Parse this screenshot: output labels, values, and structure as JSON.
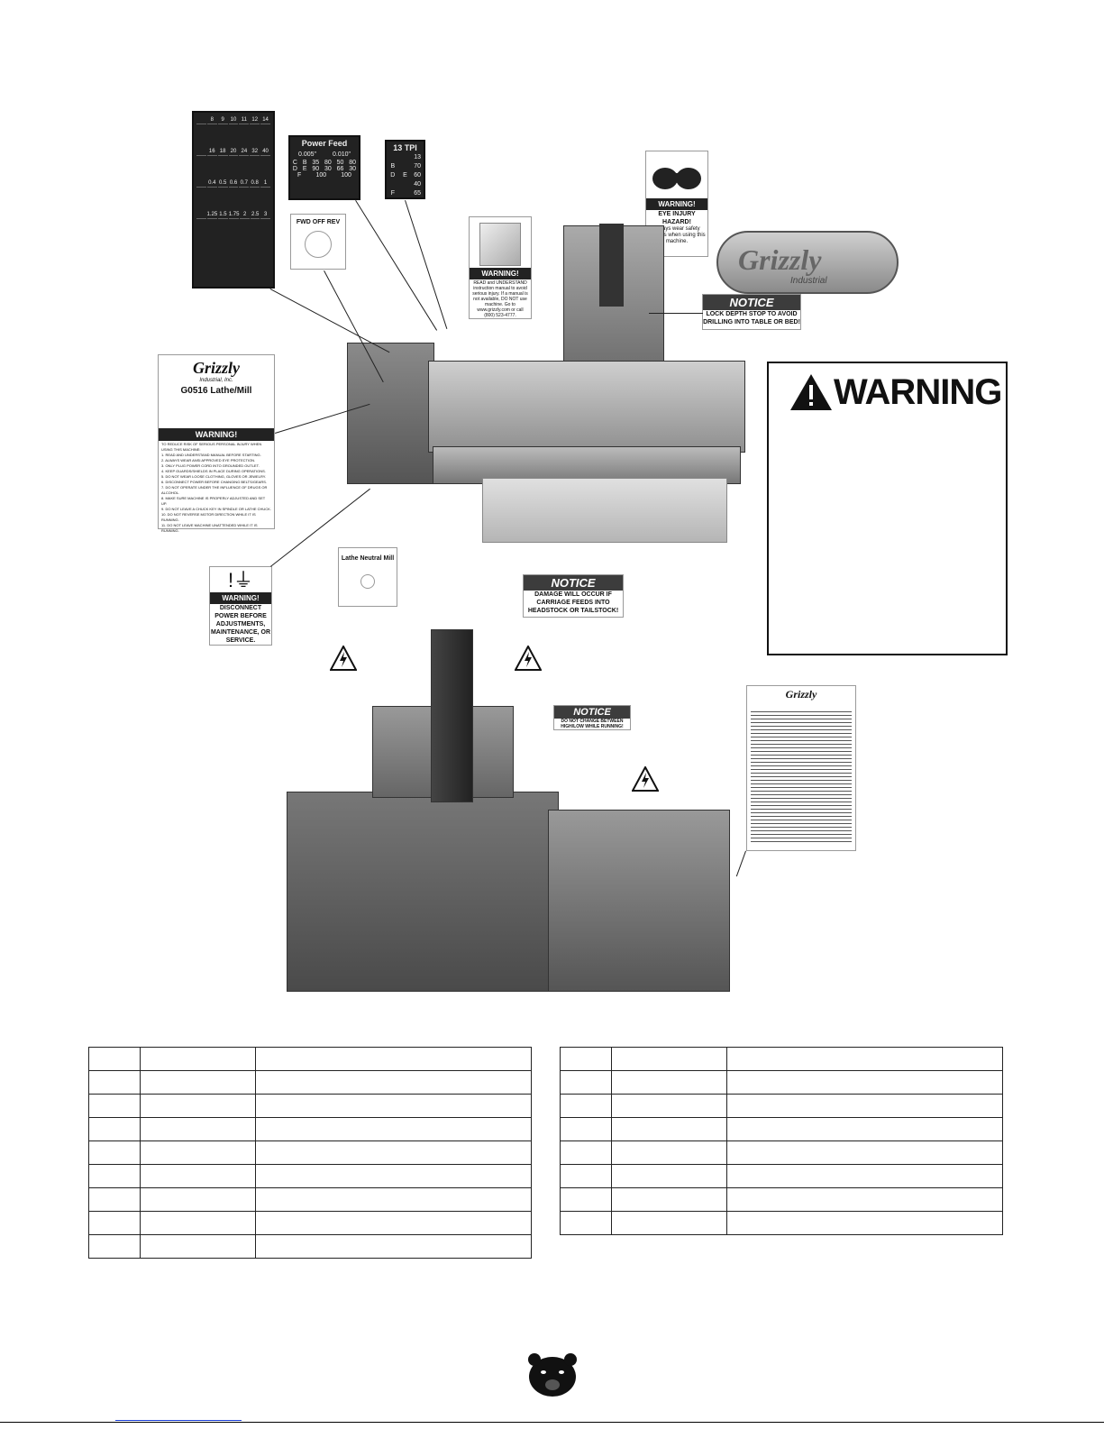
{
  "labels": {
    "thread_chart": {
      "rows": [
        [
          "8",
          "9",
          "10",
          "11",
          "12",
          "14"
        ],
        [
          "16",
          "18",
          "20",
          "24",
          "32",
          "40"
        ],
        [
          "0.4",
          "0.5",
          "0.6",
          "0.7",
          "0.8",
          "1"
        ],
        [
          "1.25",
          "1.5",
          "1.75",
          "2",
          "2.5",
          "3"
        ]
      ]
    },
    "power_feed": {
      "title": "Power Feed",
      "row1": [
        "0.005\"",
        "0.010\""
      ],
      "row2": [
        "C",
        "B",
        "35",
        "80",
        "50",
        "80"
      ],
      "row3": [
        "D",
        "E",
        "90",
        "30",
        "66",
        "30"
      ],
      "row4": [
        "F",
        "100",
        "100"
      ]
    },
    "tpi": {
      "title": "13 TPI",
      "cells": [
        "13",
        "B",
        "70",
        "D",
        "E",
        "60",
        "40",
        "F",
        "65"
      ]
    },
    "fwd_switch": {
      "text": "FWD  OFF  REV"
    },
    "read_warning": {
      "heading": "WARNING!",
      "text": "READ and UNDERSTAND instruction manual to avoid serious injury. If a manual is not available, DO NOT use machine. Go to www.grizzly.com or call (800) 523-4777."
    },
    "eye_warning": {
      "heading": "WARNING!",
      "line1": "EYE INJURY",
      "line2": "HAZARD!",
      "line3": "Always wear safety glasses when using this machine."
    },
    "grizzly_badge": {
      "text": "Grizzly",
      "sub": "Industrial"
    },
    "notice_depth": {
      "heading": "NOTICE",
      "text": "LOCK DEPTH STOP TO AVOID DRILLING INTO TABLE OR BED!"
    },
    "warning_panel": {
      "heading": "WARNING"
    },
    "id_plate": {
      "brand": "Grizzly",
      "brand_sub": "Industrial, Inc.",
      "model": "G0516  Lathe/Mill",
      "warning_heading": "WARNING!",
      "lines": [
        "TO REDUCE RISK OF SERIOUS PERSONAL INJURY WHEN USING THIS MACHINE:",
        "1. READ AND UNDERSTAND MANUAL BEFORE STARTING.",
        "2. ALWAYS WEAR ANSI APPROVED EYE PROTECTION.",
        "3. ONLY PLUG POWER CORD INTO GROUNDED OUTLET.",
        "4. KEEP GUARDS/SHIELDS IN PLACE DURING OPERATIONS.",
        "5. DO NOT WEAR LOOSE CLOTHING, GLOVES OR JEWELRY.",
        "6. DISCONNECT POWER BEFORE CHANGING BELTS/GEARS.",
        "7. DO NOT OPERATE UNDER THE INFLUENCE OF DRUGS OR ALCOHOL.",
        "8. MAKE SURE MACHINE IS PROPERLY ADJUSTED AND SET UP.",
        "9. DO NOT LEAVE A CHUCK KEY IN SPINDLE OR LATHE CHUCK.",
        "10. DO NOT REVERSE MOTOR DIRECTION WHILE IT IS RUNNING.",
        "11. DO NOT LEAVE MACHINE UNATTENDED WHILE IT IS RUNNING."
      ]
    },
    "disconnect": {
      "heading": "WARNING!",
      "text": "DISCONNECT POWER BEFORE ADJUSTMENTS, MAINTENANCE, OR SERVICE."
    },
    "lathe_mill_switch": {
      "text": "Lathe  Neutral  Mill"
    },
    "notice_carriage": {
      "heading": "NOTICE",
      "text": "DAMAGE WILL OCCUR IF CARRIAGE FEEDS INTO HEADSTOCK OR TAILSTOCK!"
    },
    "notice_hilo": {
      "heading": "NOTICE",
      "text": "DO NOT CHANGE BETWEEN HIGH/LOW WHILE RUNNING!"
    },
    "conversion_chart": {
      "brand": "Grizzly"
    }
  }
}
